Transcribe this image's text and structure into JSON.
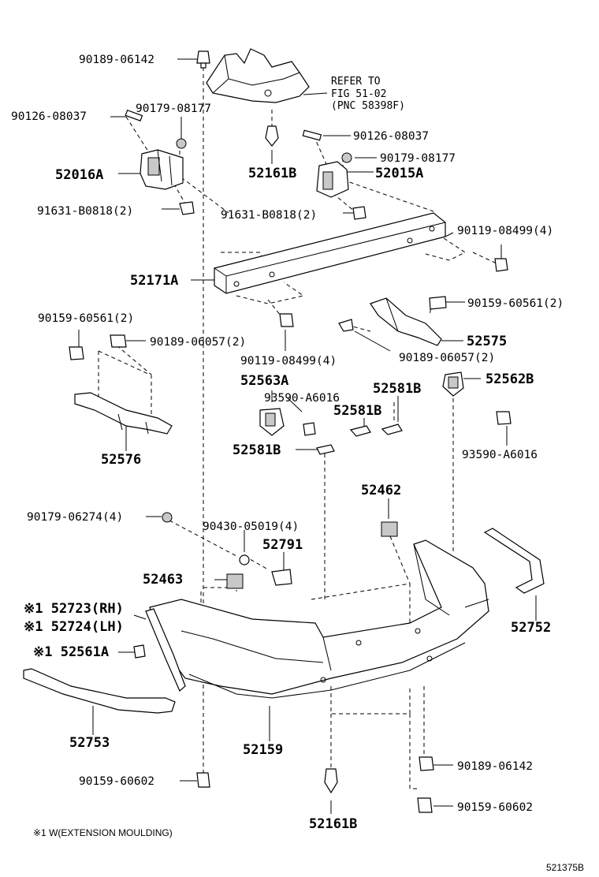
{
  "labels": {
    "l01": "90189-06142",
    "l02": "REFER TO",
    "l03": "FIG 51-02",
    "l04": "(PNC 58398F)",
    "l05": "90126-08037",
    "l06": "90179-08177",
    "l07": "90126-08037",
    "l08": "90179-08177",
    "l09": "52016A",
    "l10": "52161B",
    "l11": "52015A",
    "l12": "91631-B0818(2)",
    "l13": "91631-B0818(2)",
    "l14": "90119-08499(4)",
    "l15": "52171A",
    "l16": "90159-60561(2)",
    "l17": "90159-60561(2)",
    "l18": "90189-06057(2)",
    "l19": "52575",
    "l20": "90119-08499(4)",
    "l21": "90189-06057(2)",
    "l22": "52563A",
    "l23": "52581B",
    "l24": "52562B",
    "l25": "93590-A6016",
    "l26": "52581B",
    "l27": "52576",
    "l28": "52581B",
    "l29": "93590-A6016",
    "l30": "52462",
    "l31": "90179-06274(4)",
    "l32": "90430-05019(4)",
    "l33": "52791",
    "l34": "52463",
    "l35": "※1 52723(RH)",
    "l36": "※1 52724(LH)",
    "l37": "52752",
    "l38": "※1 52561A",
    "l39": "52753",
    "l40": "52159",
    "l41": "90189-06142",
    "l42": "90159-60602",
    "l43": "90159-60602",
    "l44": "52161B",
    "l45": "※1 W(EXTENSION MOULDING)",
    "l46": "521375B"
  }
}
